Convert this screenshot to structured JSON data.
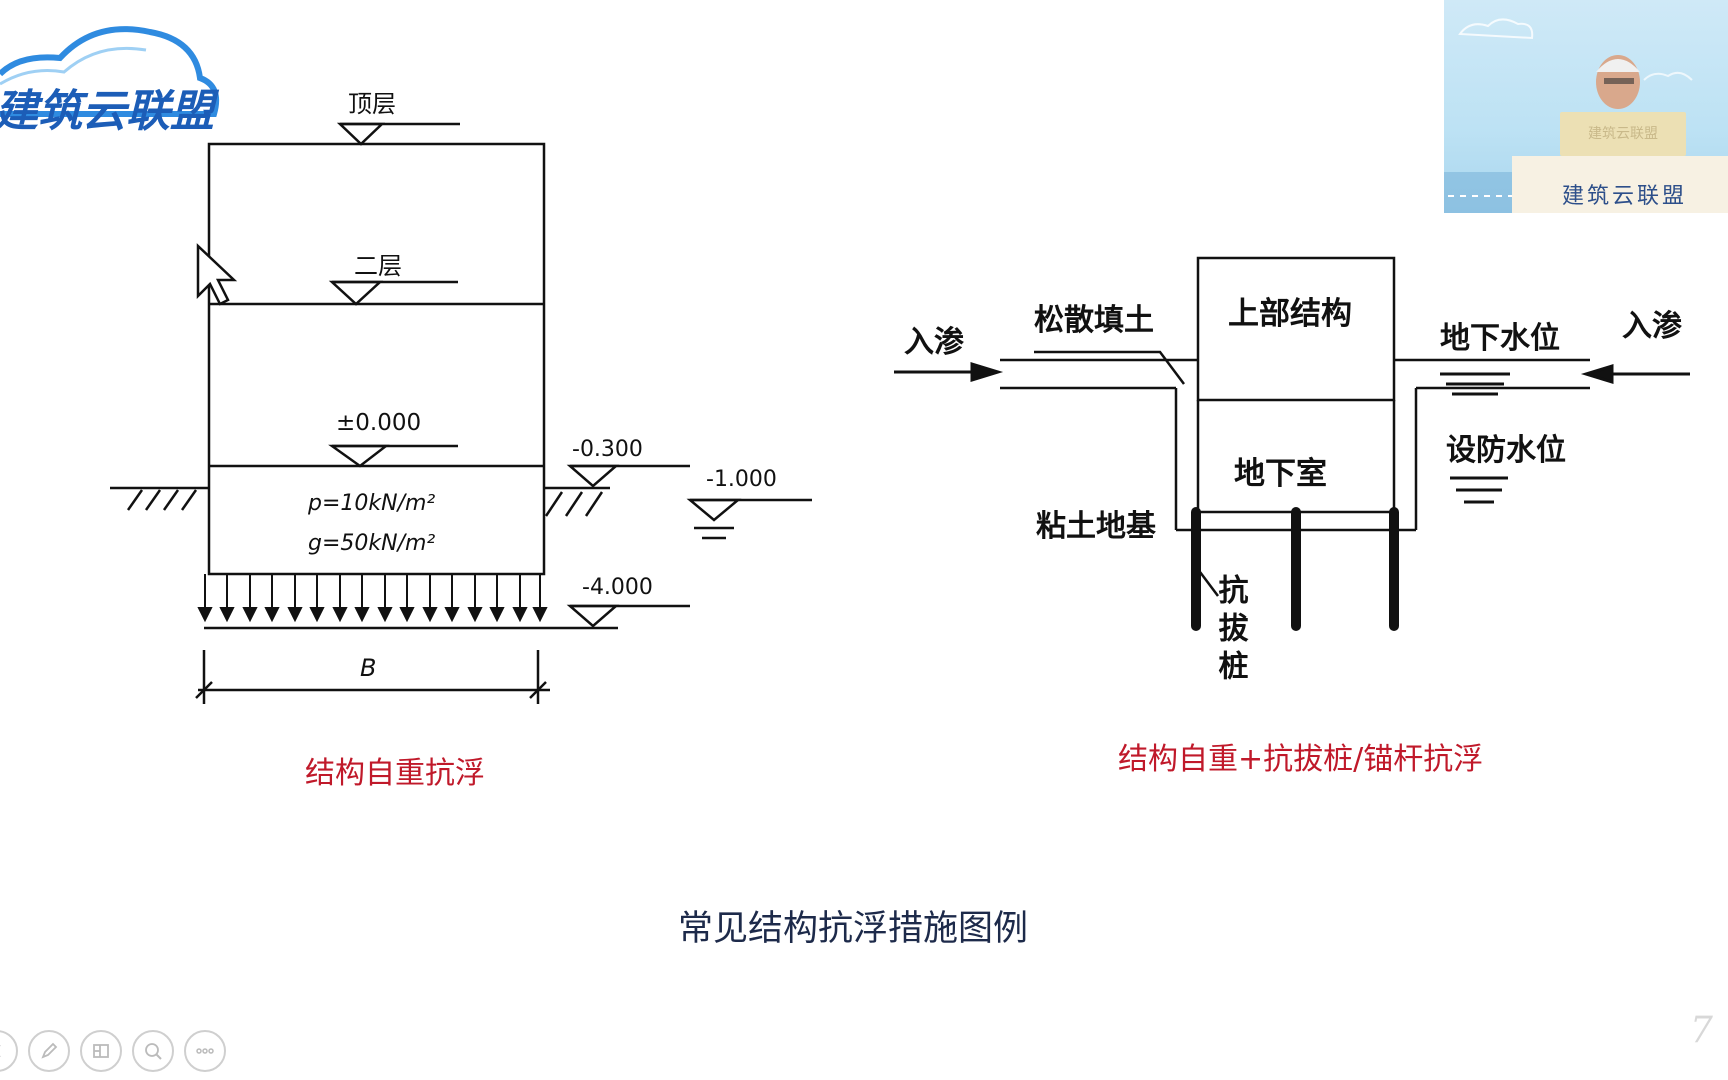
{
  "logo": {
    "text": "建筑云联盟"
  },
  "left_figure": {
    "level_top": "顶层",
    "level_second": "二层",
    "level_zero": "±0.000",
    "elev_a": "-0.300",
    "elev_b": "-1.000",
    "elev_c": "-4.000",
    "load_p": "p=10kN/m²",
    "load_g": "g=50kN/m²",
    "width_label": "B",
    "caption": "结构自重抗浮"
  },
  "right_figure": {
    "infiltration_left": "入渗",
    "infiltration_right": "入渗",
    "loose_fill": "松散填土",
    "superstructure": "上部结构",
    "groundwater_level": "地下水位",
    "design_water_level": "设防水位",
    "basement": "地下室",
    "clay_foundation": "粘土地基",
    "uplift_pile": "抗拔桩",
    "caption": "结构自重+抗拔桩/锚杆抗浮"
  },
  "figure_title": "常见结构抗浮措施图例",
  "page_number": "7",
  "video": {
    "banner_text": "建筑云联盟",
    "podium_text": "建筑云联盟"
  },
  "toolbar": {
    "items": [
      "pen-icon",
      "layout-icon",
      "zoom-icon",
      "more-icon"
    ]
  },
  "colors": {
    "caption_red": "#c0192a",
    "title_navy": "#1d2a4a",
    "logo_blue": "#1c5db7",
    "line_black": "#111111"
  }
}
